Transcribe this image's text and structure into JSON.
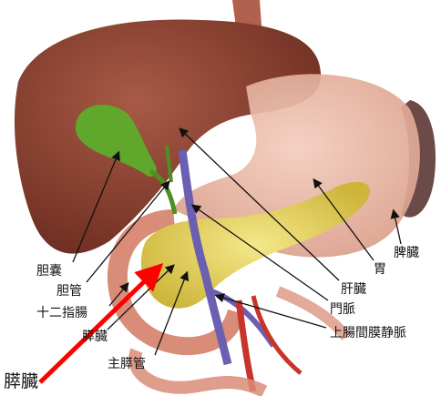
{
  "labels": {
    "gallbladder": "胆嚢",
    "bile_duct": "胆管",
    "duodenum": "十二指腸",
    "pancreas_small": "膵臓",
    "main_pancreatic_duct": "主膵管",
    "spleen": "脾臓",
    "stomach": "胃",
    "liver": "肝臓",
    "portal_vein": "門脈",
    "sup_mesenteric_vein": "上腸間膜静脈",
    "pancreas_callout": "膵臓"
  },
  "colors": {
    "liver": "#8a3f2e",
    "stomach": "#e7b2a0",
    "gallbladder": "#5fa82b",
    "pancreas": "#e8d65a",
    "vein": "#6a5fb0",
    "artery": "#c8342a",
    "callout_arrow": "#ff0000"
  }
}
